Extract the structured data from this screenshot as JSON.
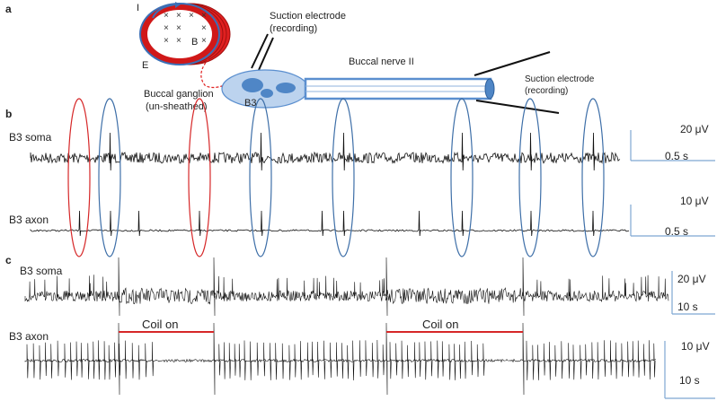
{
  "panel_labels": {
    "a": "a",
    "b": "b",
    "c": "c"
  },
  "panel_a": {
    "coil_letter_I": "I",
    "coil_letter_B": "B",
    "coil_letter_E": "E",
    "suction_top_line1": "Suction electrode",
    "suction_top_line2": "(recording)",
    "buccal_nerve": "Buccal nerve II",
    "suction_right_line1": "Suction electrode",
    "suction_right_line2": "(recording)",
    "ganglion_line1": "Buccal ganglion",
    "ganglion_line2": "(un-sheathed)",
    "b3": "B3"
  },
  "panel_b": {
    "soma_label": "B3 soma",
    "axon_label": "B3 axon",
    "soma_scale_amp": "20 μV",
    "soma_scale_time": "0.5 s",
    "axon_scale_amp": "10 μV",
    "axon_scale_time": "0.5 s"
  },
  "panel_c": {
    "soma_label": "B3 soma",
    "axon_label": "B3 axon",
    "coil_on_1": "Coil on",
    "coil_on_2": "Coil on",
    "soma_scale_amp": "20 μV",
    "soma_scale_time": "10 s",
    "axon_scale_amp": "10 μV",
    "axon_scale_time": "10 s"
  },
  "colors": {
    "coil_red": "#e02020",
    "coil_blue": "#3b6fb6",
    "ganglion_fill": "#bcd3ee",
    "soma_fill": "#4f86c6",
    "nerve_blue": "#5b8fcf",
    "marker_red": "#d62728",
    "marker_blue": "#3e6fa8",
    "scale_blue": "#7ea6d2",
    "coil_on_line": "#d62728"
  }
}
